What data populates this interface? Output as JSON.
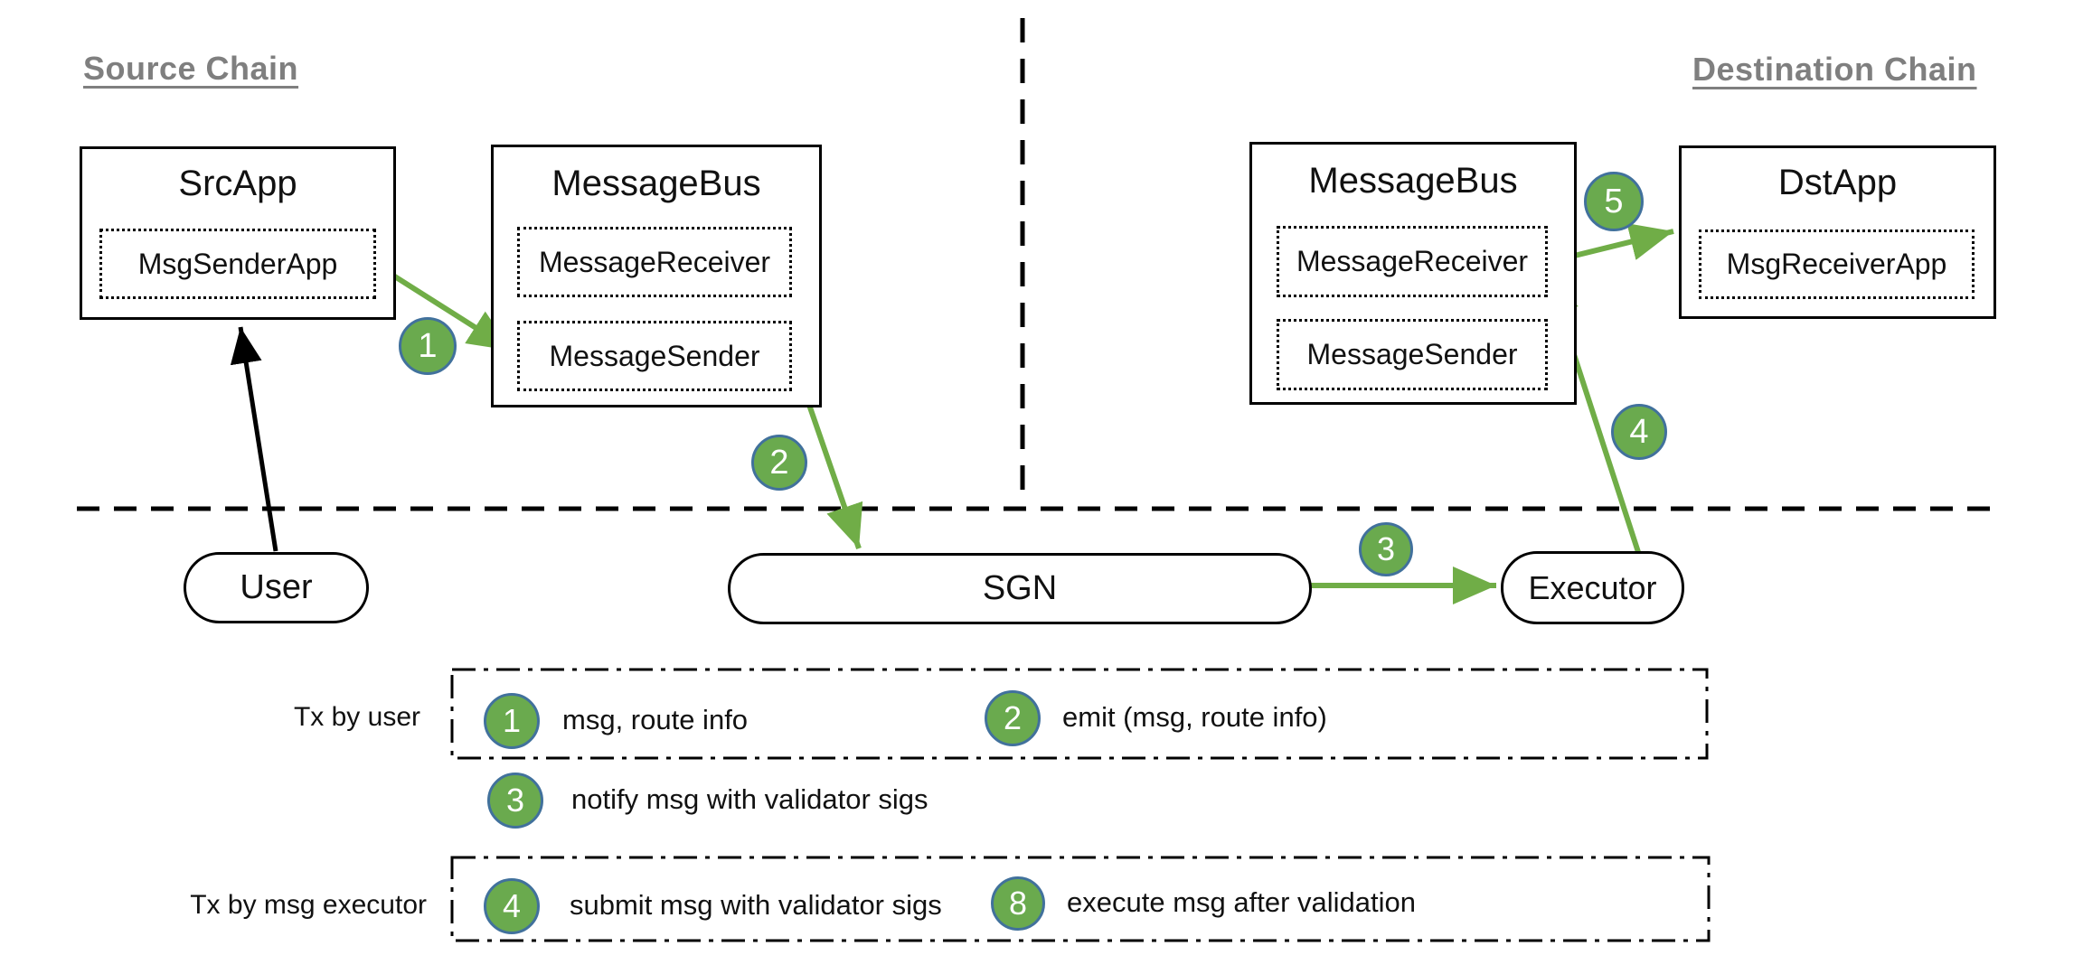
{
  "diagram": {
    "source_chain_label": "Source Chain",
    "destination_chain_label": "Destination Chain",
    "src_app": {
      "title": "SrcApp",
      "module": "MsgSenderApp"
    },
    "message_bus_source": {
      "title": "MessageBus",
      "modules": [
        "MessageReceiver",
        "MessageSender"
      ]
    },
    "message_bus_destination": {
      "title": "MessageBus",
      "modules": [
        "MessageReceiver",
        "MessageSender"
      ]
    },
    "dst_app": {
      "title": "DstApp",
      "module": "MsgReceiverApp"
    },
    "user": {
      "label": "User"
    },
    "sgn": {
      "label": "SGN"
    },
    "executor": {
      "label": "Executor"
    },
    "badges": {
      "b1": "1",
      "b2": "2",
      "b3": "3",
      "b4": "4",
      "b5": "5"
    }
  },
  "legend": {
    "tx_by_user_label": "Tx by user",
    "tx_by_executor_label": "Tx by msg executor",
    "item1": {
      "num": "1",
      "text": "msg, route info"
    },
    "item2": {
      "num": "2",
      "text": "emit (msg, route info)"
    },
    "item3": {
      "num": "3",
      "text": "notify msg with validator sigs"
    },
    "item4": {
      "num": "4",
      "text": "submit msg with validator sigs"
    },
    "item8": {
      "num": "8",
      "text": "execute msg after validation"
    }
  },
  "colors": {
    "arrow_green": "#70ad47",
    "badge_fill": "#6aaa4e",
    "badge_border": "#41719c",
    "heading_gray": "#7f7f7f",
    "line_black": "#000000"
  }
}
